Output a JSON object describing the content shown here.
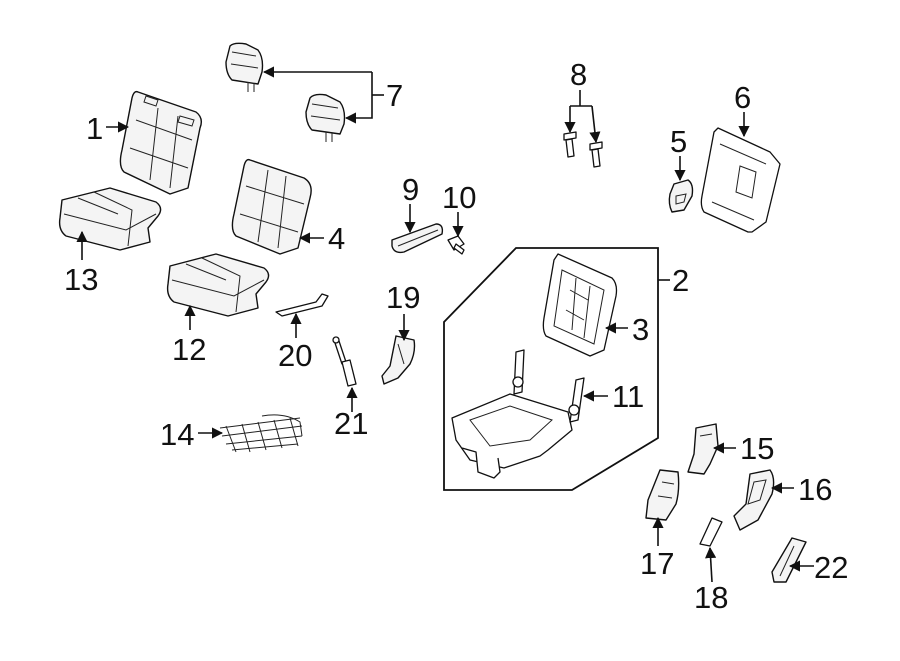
{
  "callouts": {
    "c1": "1",
    "c2": "2",
    "c3": "3",
    "c4": "4",
    "c5": "5",
    "c6": "6",
    "c7": "7",
    "c8": "8",
    "c9": "9",
    "c10": "10",
    "c11": "11",
    "c12": "12",
    "c13": "13",
    "c14": "14",
    "c15": "15",
    "c16": "16",
    "c17": "17",
    "c18": "18",
    "c19": "19",
    "c20": "20",
    "c21": "21",
    "c22": "22"
  },
  "colors": {
    "line": "#111111",
    "part_fill": "#f4f4f4",
    "background": "#ffffff"
  }
}
